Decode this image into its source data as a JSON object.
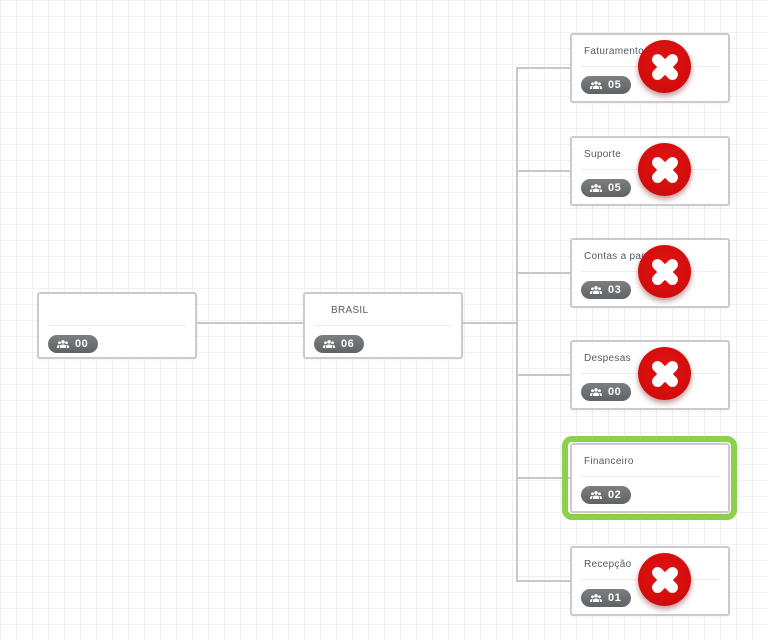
{
  "org_chart": {
    "root": {
      "title": "",
      "count": "00"
    },
    "brasil": {
      "title": "BRASIL",
      "count": "06"
    },
    "departments": [
      {
        "title": "Faturamento",
        "count": "05",
        "removable": true,
        "selected": false
      },
      {
        "title": "Suporte",
        "count": "05",
        "removable": true,
        "selected": false
      },
      {
        "title": "Contas a pagar",
        "count": "03",
        "removable": true,
        "selected": false
      },
      {
        "title": "Despesas",
        "count": "00",
        "removable": true,
        "selected": false
      },
      {
        "title": "Financeiro",
        "count": "02",
        "removable": false,
        "selected": true
      },
      {
        "title": "Recepção",
        "count": "01",
        "removable": true,
        "selected": false
      }
    ]
  },
  "icons": {
    "badge_icon": "group-icon",
    "remove_icon": "delete-icon"
  },
  "colors": {
    "selection_green": "#8dd04a",
    "delete_red": "#d00c0c",
    "badge_gray": "#696d6f",
    "connector_gray": "#c7c7cc",
    "grid_line": "#efeff4"
  }
}
